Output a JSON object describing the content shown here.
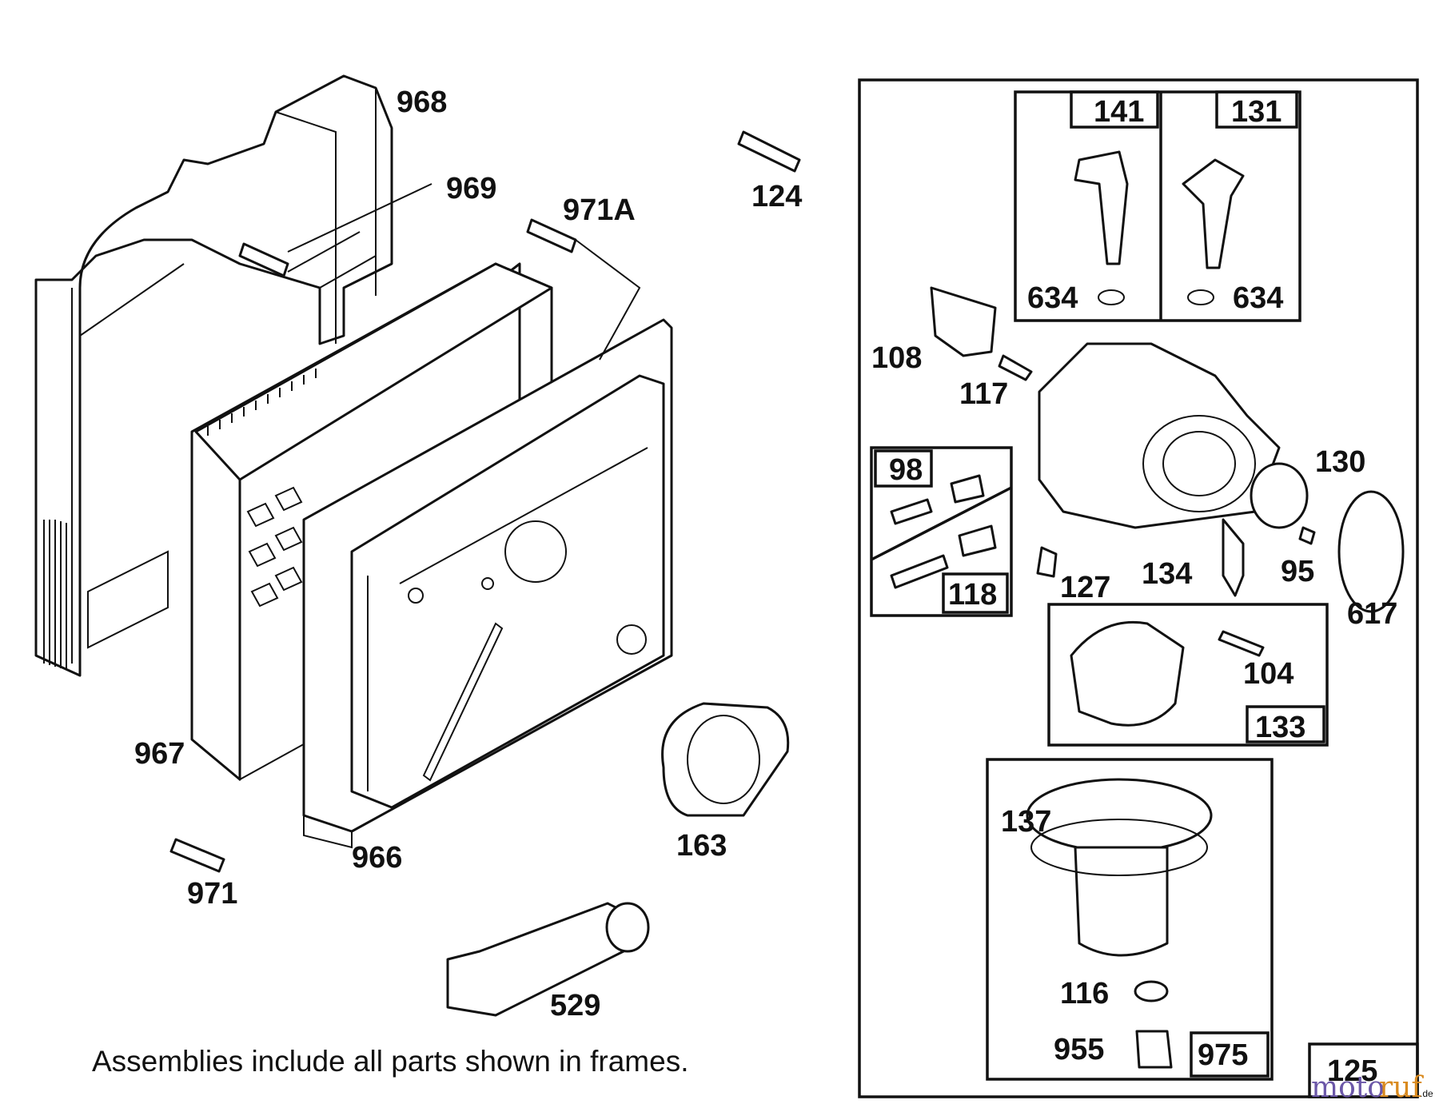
{
  "labels": {
    "p968": "968",
    "p969": "969",
    "p971A": "971A",
    "p124": "124",
    "p967": "967",
    "p966": "966",
    "p971": "971",
    "p163": "163",
    "p529": "529",
    "p141": "141",
    "p131": "131",
    "p634a": "634",
    "p634b": "634",
    "p108": "108",
    "p117": "117",
    "p130": "130",
    "p98": "98",
    "p118": "118",
    "p127": "127",
    "p134": "134",
    "p95": "95",
    "p617": "617",
    "p104": "104",
    "p133": "133",
    "p137": "137",
    "p116": "116",
    "p955": "955",
    "p975": "975",
    "p125": "125"
  },
  "caption": "Assemblies include all parts shown in frames.",
  "watermark": {
    "brand_a": "moto",
    "brand_b": "ruf",
    "suffix": ".de"
  }
}
